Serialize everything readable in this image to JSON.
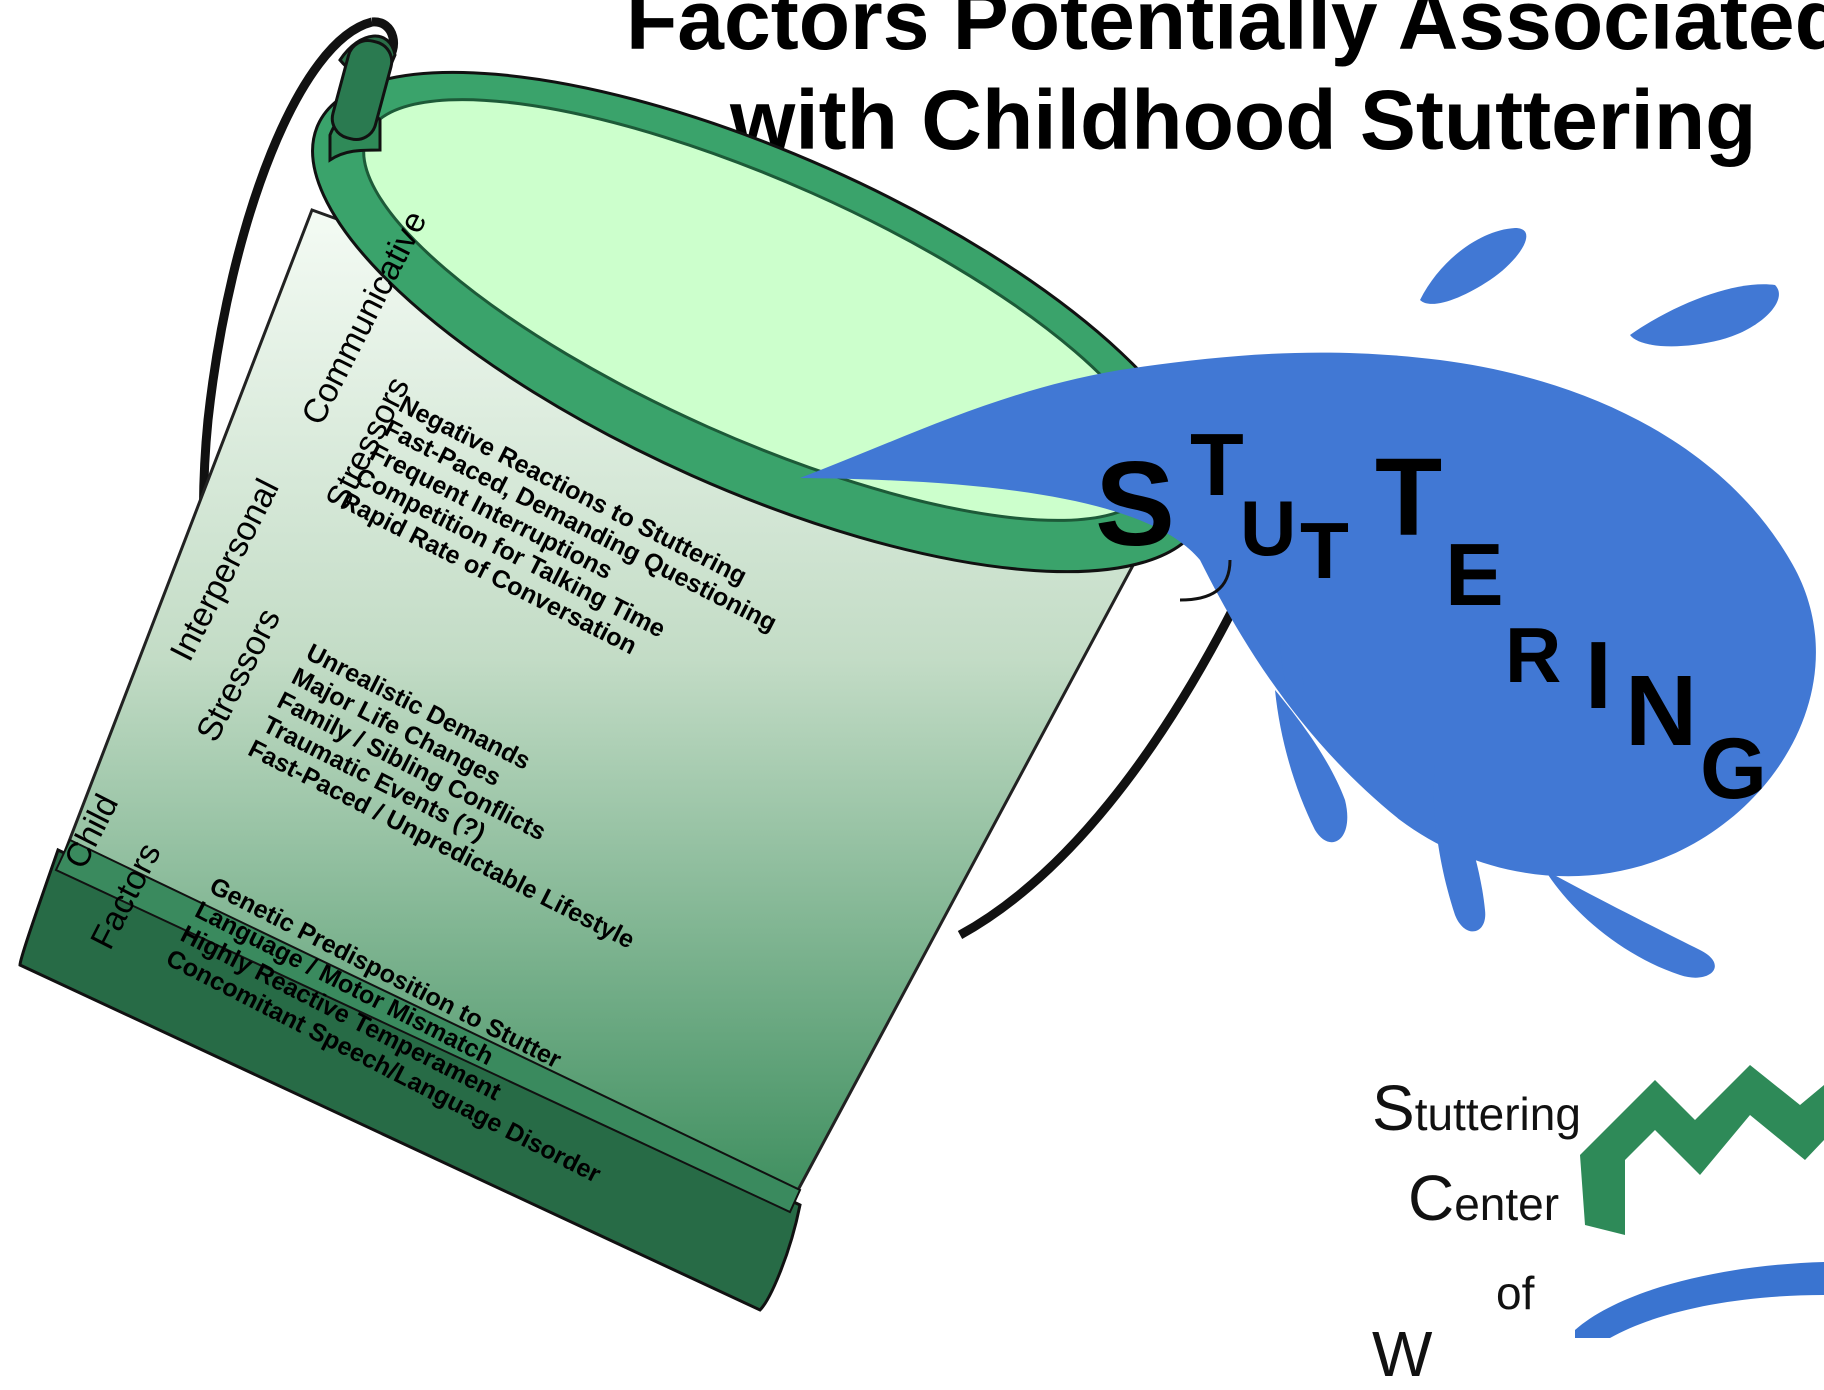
{
  "title": {
    "line1": "Factors Potentially Associated",
    "line2": "with Childhood Stuttering"
  },
  "groups": [
    {
      "heading": [
        "Communicative",
        "Stressors"
      ],
      "items": [
        "Negative Reactions to Stuttering",
        "Fast-Paced, Demanding Questioning",
        "Frequent Interruptions",
        "Competition for Talking Time",
        "Rapid Rate of Conversation"
      ]
    },
    {
      "heading": [
        "Interpersonal",
        "Stressors"
      ],
      "items": [
        "Unrealistic Demands",
        "Major Life Changes",
        "Family / Sibling Conflicts",
        "Traumatic Events (?)",
        "Fast-Paced / Unpredictable Lifestyle"
      ]
    },
    {
      "heading": [
        "Child",
        "Factors"
      ],
      "items": [
        "Genetic Predisposition to Stutter",
        "Language / Motor Mismatch",
        "Highly Reactive Temperament",
        "Concomitant Speech/Language Disorder"
      ]
    }
  ],
  "splash_letters": [
    "S",
    "T",
    "U",
    "T",
    "T",
    "E",
    "R",
    "I",
    "N",
    "G"
  ],
  "logo": {
    "line1_initial": "S",
    "line1_rest": "tuttering",
    "line2_initial": "C",
    "line2_rest": "enter",
    "line3": "of",
    "line4": "W"
  },
  "colors": {
    "bucket_dark": "#2a6e48",
    "bucket_mid": "#3c9a66",
    "bucket_rim": "#3aa36b",
    "bucket_inner": "#ccffcc",
    "water": "#4178d4",
    "logo_green": "#2e8a58",
    "logo_blue": "#3a74d0"
  },
  "icons": [
    "bucket-illustration",
    "water-splash",
    "mountain-logo"
  ]
}
